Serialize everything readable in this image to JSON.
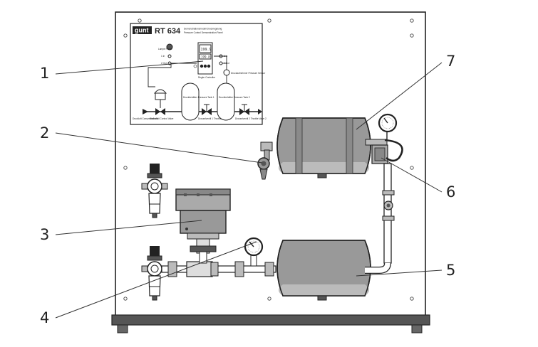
{
  "callouts": [
    {
      "label": "1"
    },
    {
      "label": "2"
    },
    {
      "label": "3"
    },
    {
      "label": "4"
    },
    {
      "label": "5"
    },
    {
      "label": "6"
    },
    {
      "label": "7"
    }
  ],
  "schematic": {
    "brand": "gunt",
    "model": "RT 634",
    "subtitle_de": "Demonstrationsmodell Druckregelung",
    "subtitle_en": "Pressure Control Demonstration Panel",
    "display_top": "199.9",
    "display_bottom": "199.8",
    "regler_label": "Regler Controller",
    "tank1_label": "Druckbehälter Pressure Tank 1",
    "tank2_label": "Druckbehälter Pressure Tank 2",
    "sensor_label": "Druckaufnehmer Pressure Sensor",
    "valve_label": "Stellventil Control Valve",
    "throttle1_label": "Drosselventil 1 Throttle Valve 1",
    "throttle2_label": "Drosselventil 2 Throttle Valve 2",
    "inlet_label": "Druckluft Compressed Air",
    "lamp_label": "Lampe Power",
    "port_1": "1 In",
    "port_2": "2 Out",
    "port_3": "3 In",
    "port_4": "4 Out"
  }
}
